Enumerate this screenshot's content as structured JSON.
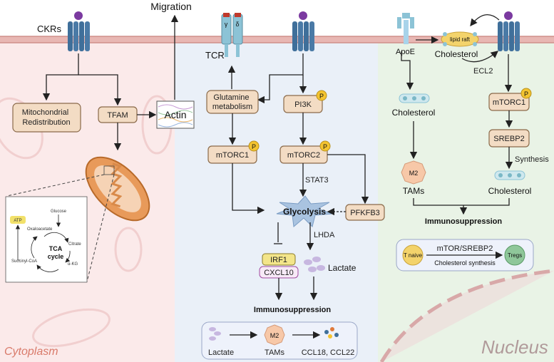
{
  "left": {
    "top_label": "Migration",
    "receptor": "CKRs",
    "mito_redistribution": "Mitochondrial Redistribution",
    "tfam": "TFAM",
    "actin": "Actin",
    "tca": {
      "glucose": "Glucose",
      "atp": "ATP",
      "oxaloacetate": "Oxaloacetate",
      "citrate": "Citrate",
      "succinyl": "Succinyl-CoA",
      "akg": "α-KG",
      "cycle_line1": "TCA",
      "cycle_line2": "cycle"
    },
    "region_label": "Cytoplasm"
  },
  "middle": {
    "tcr": "TCR",
    "tcr_gamma": "γ",
    "tcr_delta": "δ",
    "glutamine": "Glutamine metabolism",
    "pi3k": "PI3K",
    "mtorc1": "mTORC1",
    "mtorc2": "mTORC2",
    "p_badge": "P",
    "stat3": "STAT3",
    "glycolysis": "Glycolysis",
    "pfkfb3": "PFKFB3",
    "lhda": "LHDA",
    "irf1": "IRF1",
    "cxcl10": "CXCL10",
    "lactate": "Lactate",
    "immunosuppression": "Immunosuppression",
    "bottom_lactate": "Lactate",
    "m2": "M2",
    "tams": "TAMs",
    "ccl": "CCL18, CCL22"
  },
  "right": {
    "apoe": "ApoE",
    "lipid_raft": "lipid raft",
    "cholesterol_top": "Cholesterol",
    "ecl2": "ECL2",
    "cholesterol_left": "Cholesterol",
    "mtorc1": "mTORC1",
    "p_badge": "P",
    "srebp2": "SREBP2",
    "synthesis": "Synthesis",
    "m2": "M2",
    "tams": "TAMs",
    "cholesterol_right": "Cholesterol",
    "immunosuppression": "Immunosuppression",
    "t_naive": "T naive",
    "mtor_srebp2": "mTOR/SREBP2",
    "chol_synthesis": "Cholesterol synthesis",
    "tregs": "Tregs",
    "region_label": "Nucleus"
  },
  "colors": {
    "left_panel": "#fbeaea",
    "middle_panel": "#eaf0f8",
    "right_panel": "#e9f3e6",
    "membrane": "#e8b7b3",
    "box_fill": "#f3dcc4",
    "receptor": "#3f6f9a",
    "ligand": "#7b3aa0",
    "p_badge": "#f4c430",
    "glycolysis_star": "#a9c3e0"
  }
}
